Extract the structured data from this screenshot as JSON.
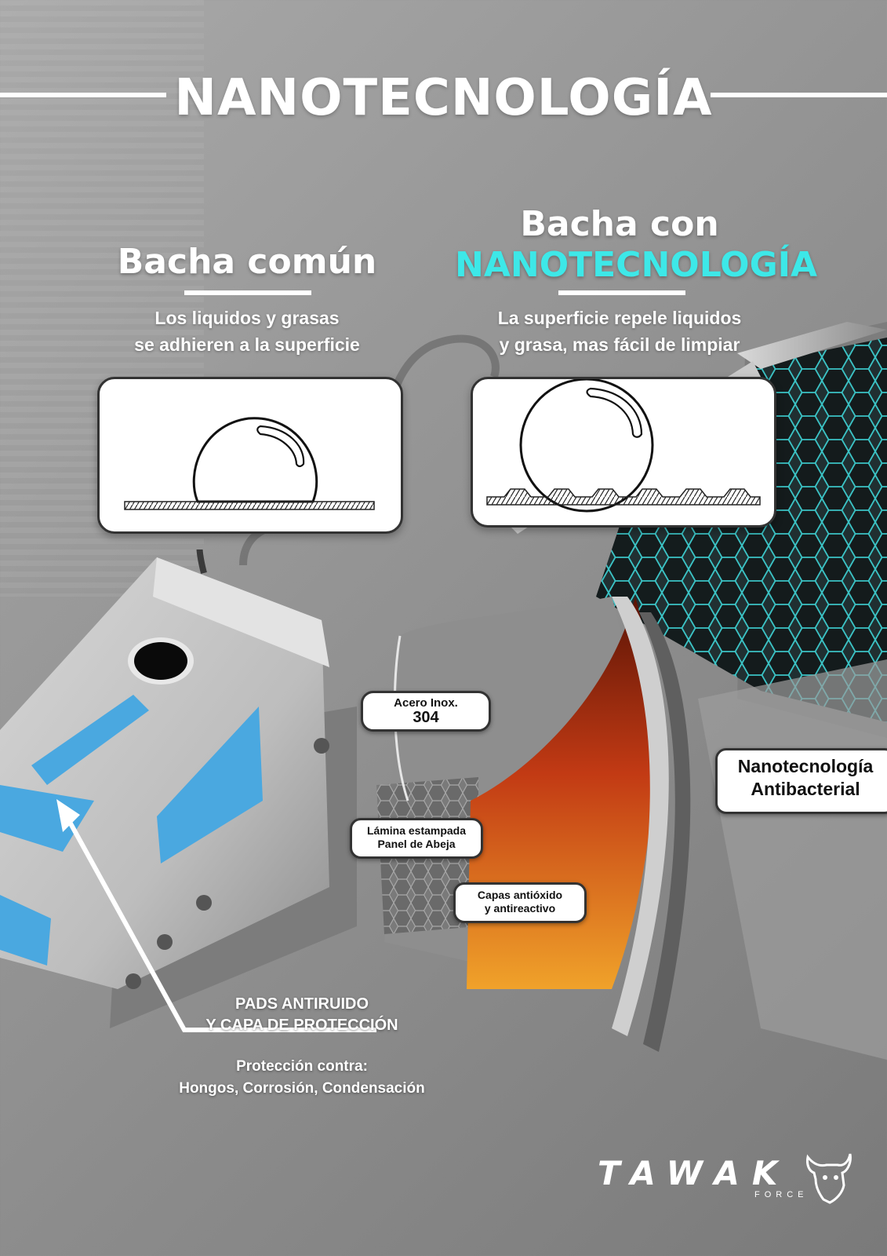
{
  "header": {
    "title": "NANOTECNOLOGÍA"
  },
  "left_column": {
    "title": "Bacha común",
    "description_line1": "Los liquidos y grasas",
    "description_line2": "se adhieren a la superficie"
  },
  "right_column": {
    "title_line1": "Bacha con",
    "title_line2": "NANOTECNOLOGÍA",
    "description_line1": "La superficie repele liquidos",
    "description_line2": "y grasa, mas fácil de limpiar"
  },
  "labels": {
    "acero_line1": "Acero Inox.",
    "acero_line2": "304",
    "nano_line1": "Nanotecnología",
    "nano_line2": "Antibacterial",
    "lamina_line1": "Lámina estampada",
    "lamina_line2": "Panel de Abeja",
    "capas_line1": "Capas antióxido",
    "capas_line2": "y antireactivo"
  },
  "pads": {
    "title_line1": "PADS ANTIRUIDO",
    "title_line2": "Y CAPA DE PROTECCIÓN",
    "sub_line1": "Protección contra:",
    "sub_line2": "Hongos, Corrosión, Condensación"
  },
  "brand": {
    "name": "TAWAK",
    "sub": "FORCE"
  },
  "colors": {
    "accent": "#3de8e8",
    "pad_blue": "#4aa8e0",
    "copper": "#d8561e"
  },
  "icons": {
    "brand_mark": "bull-head-icon"
  }
}
